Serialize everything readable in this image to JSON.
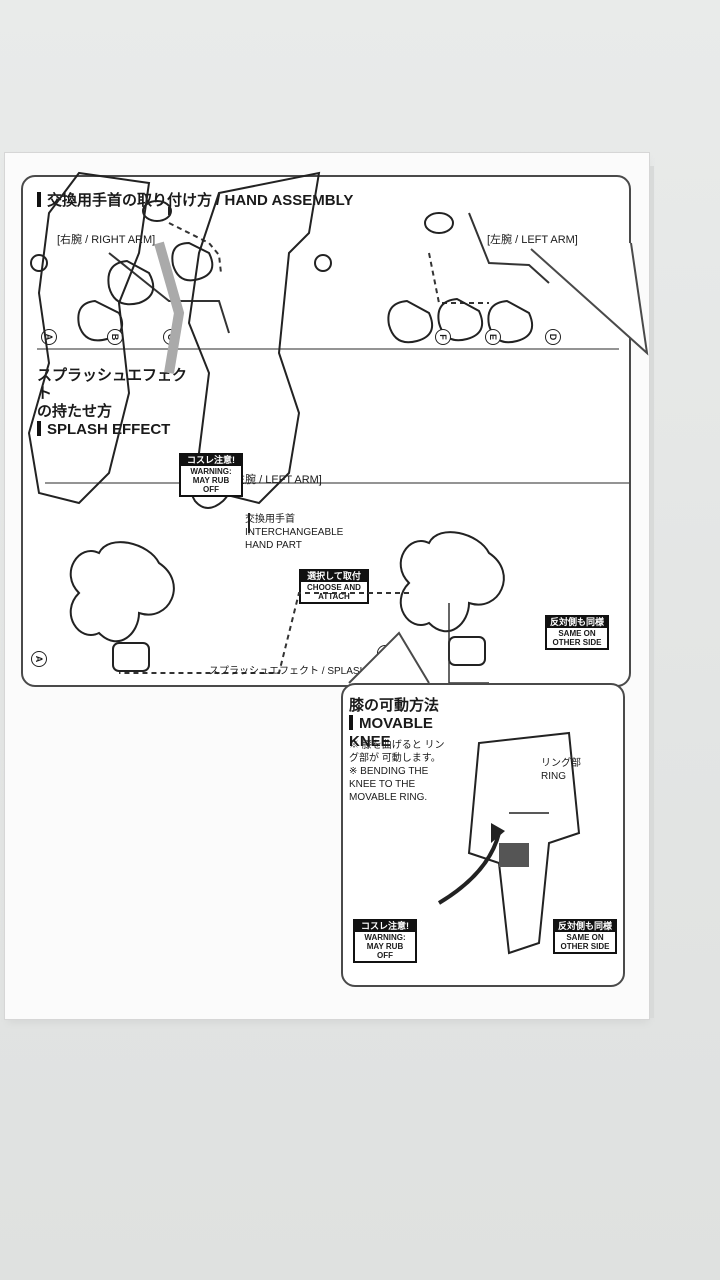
{
  "hand_assembly": {
    "title_jp": "交換用手首の取り付け方 /",
    "title_en": "HAND ASSEMBLY",
    "right_arm_label": "[右腕 / RIGHT ARM]",
    "left_arm_label": "[左腕 / LEFT ARM]",
    "letters": [
      "A",
      "B",
      "C",
      "D",
      "E",
      "F"
    ]
  },
  "splash_effect": {
    "title_jp": "スプラッシュエフェクト",
    "title_jp2": "の持たせ方",
    "title_en": "SPLASH EFFECT",
    "left_arm_label": "[左腕 / LEFT ARM]",
    "interchangeable_jp": "交換用手首",
    "interchangeable_en1": "INTERCHANGEABLE",
    "interchangeable_en2": "HAND PART",
    "choose_jp": "選択して取付",
    "choose_en": "CHOOSE AND ATTACH",
    "caption": "スプラッシュエフェクト / SPLASH EFFECT",
    "letters": [
      "A",
      "B"
    ],
    "same_side_jp": "反対側も同様",
    "same_side_en": "SAME ON OTHER SIDE"
  },
  "warning": {
    "jp": "コスレ注意!",
    "en": "WARNING: MAY RUB OFF"
  },
  "movable_knee": {
    "title_jp": "膝の可動方法",
    "title_en": "MOVABLE KNEE",
    "note_jp": "※ 膝を曲げると リング部が 可動します。",
    "note_en": "※ BENDING THE KNEE TO THE MOVABLE RING.",
    "ring_label_jp": "リング部",
    "ring_label_en": "RING",
    "same_side_jp": "反対側も同様",
    "same_side_en": "SAME ON OTHER SIDE"
  }
}
